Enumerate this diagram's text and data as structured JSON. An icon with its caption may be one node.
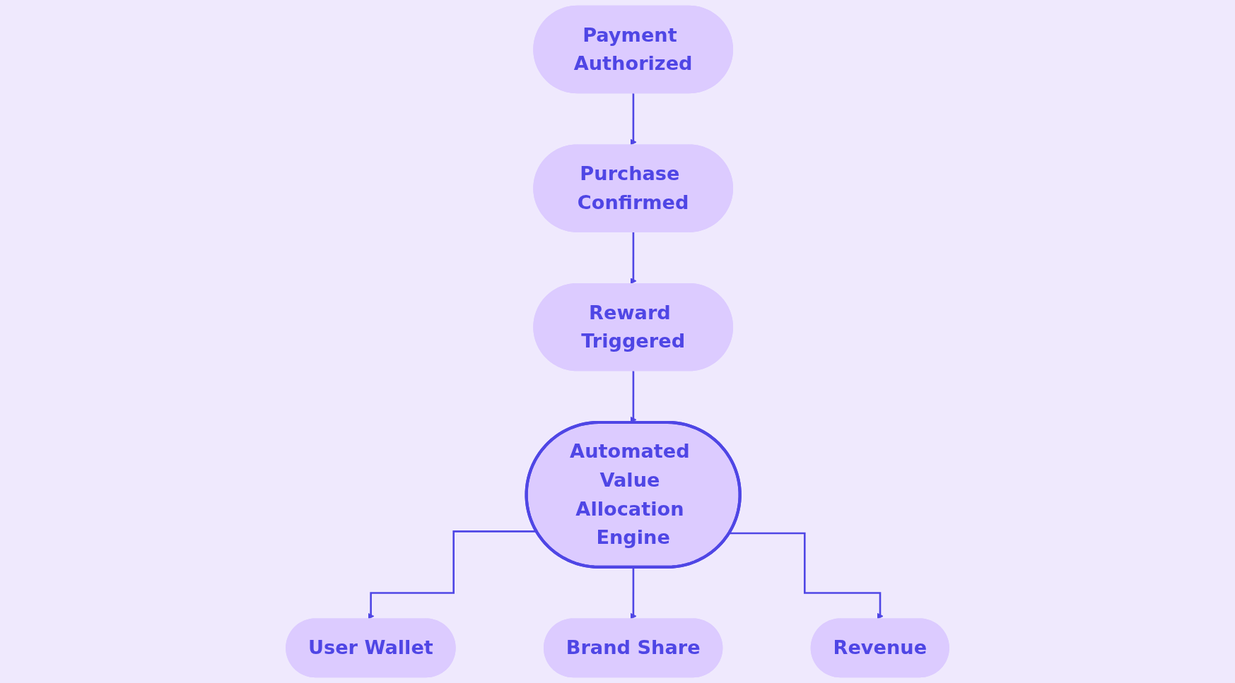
{
  "diagram": {
    "nodes": [
      {
        "text": [
          "Payment Authorized"
        ]
      },
      {
        "text": [
          "Purchase Confirmed"
        ]
      },
      {
        "text": [
          "Reward Triggered"
        ]
      },
      {
        "text": [
          "Automated Value Allocation Engine"
        ]
      },
      {
        "text": [
          "User Wallet"
        ]
      },
      {
        "text": [
          "Brand Share"
        ]
      },
      {
        "text": [
          "Revenue"
        ]
      }
    ],
    "edges": [
      {
        "from": 0,
        "to": 1,
        "arrow": "to"
      },
      {
        "from": 1,
        "to": 2,
        "arrow": "to"
      },
      {
        "from": 2,
        "to": 3,
        "arrow": "to"
      },
      {
        "from": 3,
        "to": 4,
        "arrow": "to"
      },
      {
        "from": 3,
        "to": 5,
        "arrow": "to"
      },
      {
        "from": 3,
        "to": 6,
        "arrow": "to"
      }
    ]
  }
}
